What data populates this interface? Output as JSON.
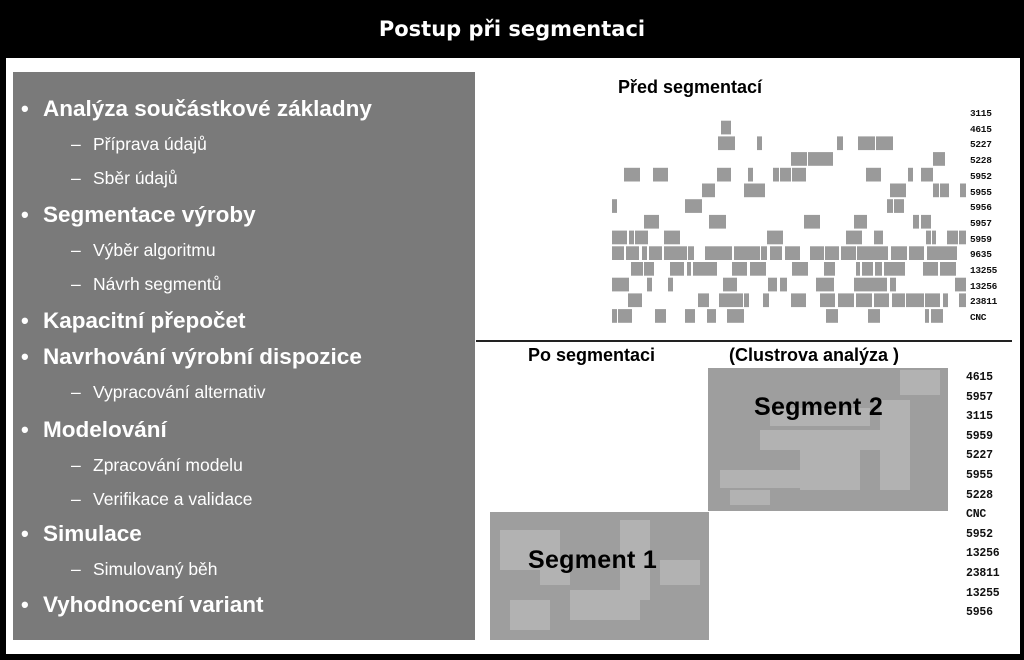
{
  "title": "Postup při segmentaci",
  "outline": [
    {
      "text": "Analýza součástkové základny",
      "children": [
        "Příprava údajů",
        "Sběr údajů"
      ]
    },
    {
      "text": "Segmentace výroby",
      "children": [
        "Výběr algoritmu",
        "Návrh segmentů"
      ]
    },
    {
      "text": "Kapacitní přepočet",
      "children": []
    },
    {
      "text": "Navrhování výrobní dispozice",
      "children": [
        "Vypracování alternativ"
      ]
    },
    {
      "text": "Modelování",
      "children": [
        "Zpracování modelu",
        "Verifikace a validace"
      ]
    },
    {
      "text": "Simulace",
      "children": [
        "Simulovaný běh"
      ]
    },
    {
      "text": "Vyhodnocení variant",
      "children": []
    }
  ],
  "bullet_glyph": "•",
  "dash_glyph": "–",
  "before": {
    "label": "Před segmentací",
    "codes": [
      "3115",
      "4615",
      "5227",
      "5228",
      "5952",
      "5955",
      "5956",
      "5957",
      "5959",
      "9635",
      "13255",
      "13256",
      "23811",
      "CNC"
    ]
  },
  "after": {
    "label_left": "Po segmentaci",
    "label_right": "(Clustrova analýza )",
    "segment2": "Segment  2",
    "segment1": "Segment  1",
    "codes": [
      "4615",
      "5957",
      "3115",
      "5959",
      "5227",
      "5955",
      "5228",
      "CNC",
      "5952",
      "13256",
      "23811",
      "13255",
      "5956"
    ]
  },
  "colors": {
    "frame": "#000000",
    "panel": "#7a7a7a",
    "matrix": "#9a9a9a",
    "matrix_light": "#b5b5b5"
  }
}
